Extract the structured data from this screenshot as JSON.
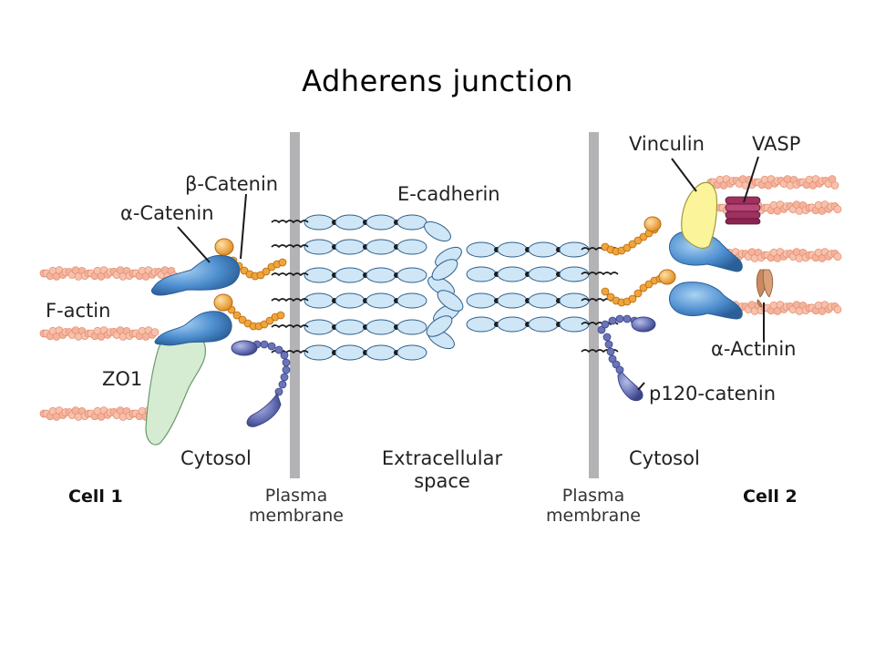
{
  "title": "Adherens junction",
  "labels": {
    "beta_catenin": "β-Catenin",
    "alpha_catenin": "α-Catenin",
    "e_cadherin": "E-cadherin",
    "vinculin": "Vinculin",
    "vasp": "VASP",
    "f_actin": "F-actin",
    "zo1": "ZO1",
    "alpha_actinin": "α-Actinin",
    "p120_catenin": "p120-catenin",
    "cytosol_left": "Cytosol",
    "extracellular_line1": "Extracellular",
    "extracellular_line2": "space",
    "cytosol_right": "Cytosol",
    "cell1": "Cell 1",
    "plasma_left_line1": "Plasma",
    "plasma_left_line2": "membrane",
    "plasma_right_line1": "Plasma",
    "plasma_right_line2": "membrane",
    "cell2": "Cell 2"
  },
  "colors": {
    "membrane": "#b3b3b6",
    "cadherin_fill": "#cfe6f7",
    "cadherin_stroke": "#2e5f8a",
    "cadherin_joint": "#1a1a1a",
    "actin": "#f4b39c",
    "actin_dark": "#e58a6d",
    "alpha_catenin": "#4f8fd0",
    "beta_catenin": "#f0a43a",
    "p120": "#5060a8",
    "zo1": "#d6ecd2",
    "vinculin": "#fbf49a",
    "vasp": "#a0305e",
    "alpha_actinin": "#c98a5e"
  }
}
